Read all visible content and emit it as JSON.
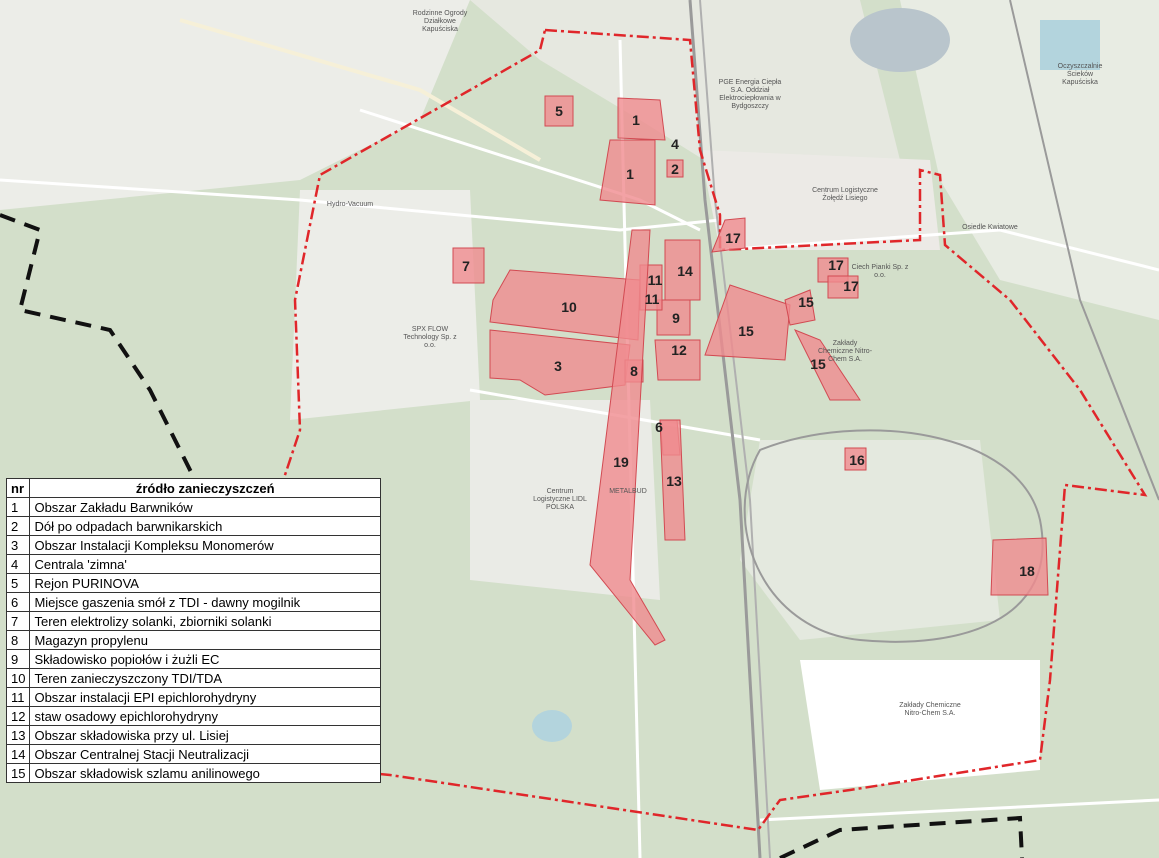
{
  "map": {
    "zones": [
      {
        "num": "1"
      },
      {
        "num": "2"
      },
      {
        "num": "3"
      },
      {
        "num": "4"
      },
      {
        "num": "5"
      },
      {
        "num": "6"
      },
      {
        "num": "7"
      },
      {
        "num": "8"
      },
      {
        "num": "9"
      },
      {
        "num": "10"
      },
      {
        "num": "11"
      },
      {
        "num": "12"
      },
      {
        "num": "13"
      },
      {
        "num": "14"
      },
      {
        "num": "15"
      },
      {
        "num": "16"
      },
      {
        "num": "17"
      },
      {
        "num": "18"
      },
      {
        "num": "19"
      }
    ],
    "place_labels": [
      "Rodzinne Ogrody Działkowe Kapuściska",
      "PGE Energia Ciepła S.A. Oddział Elektrociepłownia w Bydgoszczy",
      "Centrum Logistyczne Żołędź Lisiego",
      "Osiedle Kwiatowe",
      "Ciech Pianki Sp. z o.o.",
      "Zakłady Chemiczne Nitro-Chem S.A.",
      "Hydro-Vacuum",
      "SPX FLOW Technology Sp. z o.o.",
      "Centrum Logistyczne LIDL POLSKA",
      "METALBUD",
      "Zakłady Chemiczne Nitro-Chem S.A.",
      "Oczyszczalnie Ścieków Kapuściska"
    ],
    "colors": {
      "zone_fill": "#f08b8e",
      "zone_stroke": "#d24a52",
      "boundary": "#e0262a",
      "admin_border": "#111111",
      "forest": "#cfdcc6",
      "background": "#e9ece4"
    }
  },
  "legend": {
    "header_nr": "nr",
    "header_source": "źródło zanieczyszczeń",
    "rows": [
      {
        "nr": "1",
        "label": "Obszar Zakładu Barwników"
      },
      {
        "nr": "2",
        "label": "Dół po odpadach barwnikarskich"
      },
      {
        "nr": "3",
        "label": "Obszar Instalacji Kompleksu Monomerów"
      },
      {
        "nr": "4",
        "label": "Centrala 'zimna'"
      },
      {
        "nr": "5",
        "label": "Rejon PURINOVA"
      },
      {
        "nr": "6",
        "label": "Miejsce gaszenia smół z TDI - dawny mogilnik"
      },
      {
        "nr": "7",
        "label": "Teren elektrolizy solanki, zbiorniki solanki"
      },
      {
        "nr": "8",
        "label": "Magazyn propylenu"
      },
      {
        "nr": "9",
        "label": "Składowisko popiołów i żużli EC"
      },
      {
        "nr": "10",
        "label": "Teren zanieczyszczony TDI/TDA"
      },
      {
        "nr": "11",
        "label": "Obszar instalacji EPI epichlorohydryny"
      },
      {
        "nr": "12",
        "label": "staw osadowy epichlorohydryny"
      },
      {
        "nr": "13",
        "label": "Obszar składowiska przy ul. Lisiej"
      },
      {
        "nr": "14",
        "label": "Obszar Centralnej Stacji Neutralizacji"
      },
      {
        "nr": "15",
        "label": "Obszar składowisk szlamu anilinowego"
      }
    ]
  }
}
